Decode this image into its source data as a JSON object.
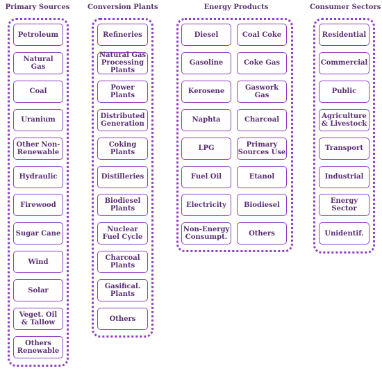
{
  "columns": [
    {
      "title": "Primary Sources",
      "items": [
        "Petroleum",
        "Natural\nGas",
        "Coal",
        "Uranium",
        "Other Non-\nRenewable",
        "Hydraulic",
        "Firewood",
        "Sugar Cane",
        "Wind",
        "Solar",
        "Veget. Oil\n& Tallow",
        "Others\nRenewable"
      ]
    },
    {
      "title": "Conversion Plants",
      "items": [
        "Refineries",
        "Natural Gas\nProcessing\nPlants",
        "Power\nPlants",
        "Distributed\nGeneration",
        "Coking\nPlants",
        "Distilleries",
        "Biodiesel\nPlants",
        "Nuclear\nFuel Cycle",
        "Charcoal\nPlants",
        "Gasifical.\nPlants",
        "Others"
      ]
    },
    {
      "title": "Energy Products",
      "items": [
        "Diesel",
        "Coal Coke",
        "Gasoline",
        "Coke Gas",
        "Kerosene",
        "Gaswork\nGas",
        "Naphta",
        "Charcoal",
        "LPG",
        "Primary\nSources Use",
        "Fuel Oil",
        "Etanol",
        "Electricity",
        "Biodiesel",
        "Non-Energy\nConsumpt.",
        "Others"
      ]
    },
    {
      "title": "Consumer Sectors",
      "items": [
        "Residential",
        "Commercial",
        "Public",
        "Agriculture\n& Livestock",
        "Transport",
        "Industrial",
        "Energy\nSector",
        "Unidentif."
      ]
    }
  ]
}
